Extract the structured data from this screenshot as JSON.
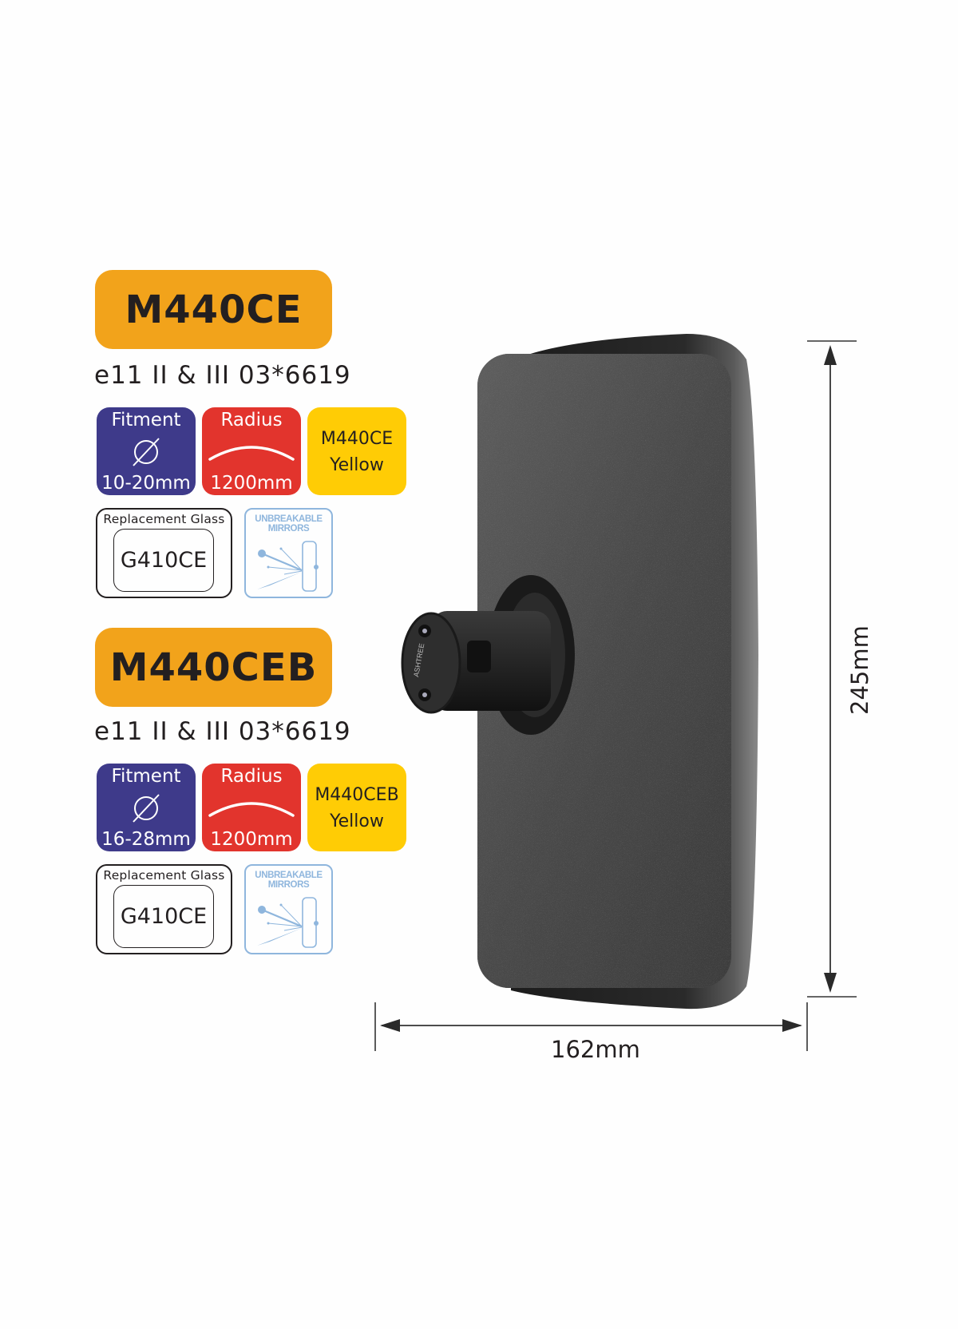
{
  "products": [
    {
      "model": "M440CE",
      "approval": "e11 II & III 03*6619",
      "fitment": {
        "label": "Fitment",
        "icon": "diameter-icon",
        "value": "10-20mm"
      },
      "radius": {
        "label": "Radius",
        "icon": "curve-arc-icon",
        "value": "1200mm"
      },
      "color_tile": {
        "line1": "M440CE",
        "line2": "Yellow"
      },
      "replacement_glass": {
        "label": "Replacement Glass",
        "code": "G410CE"
      },
      "unbreakable": {
        "line1": "UNBREAKABLE",
        "line2": "MIRRORS",
        "icon": "impact-mirror-icon"
      }
    },
    {
      "model": "M440CEB",
      "approval": "e11 II & III 03*6619",
      "fitment": {
        "label": "Fitment",
        "icon": "diameter-icon",
        "value": "16-28mm"
      },
      "radius": {
        "label": "Radius",
        "icon": "curve-arc-icon",
        "value": "1200mm"
      },
      "color_tile": {
        "line1": "M440CEB",
        "line2": "Yellow"
      },
      "replacement_glass": {
        "label": "Replacement Glass",
        "code": "G410CE"
      },
      "unbreakable": {
        "line1": "UNBREAKABLE",
        "line2": "MIRRORS",
        "icon": "impact-mirror-icon"
      }
    }
  ],
  "mirror": {
    "brand_emboss": "ASHTREE"
  },
  "dimensions": {
    "height": "245mm",
    "width": "162mm"
  },
  "colors": {
    "model_badge": "#f2a31b",
    "fitment_tile": "#3e3a8a",
    "radius_tile": "#e2342d",
    "color_tile": "#ffcc05",
    "unbreakable_outline": "#8fb6dd",
    "text": "#231f20"
  }
}
